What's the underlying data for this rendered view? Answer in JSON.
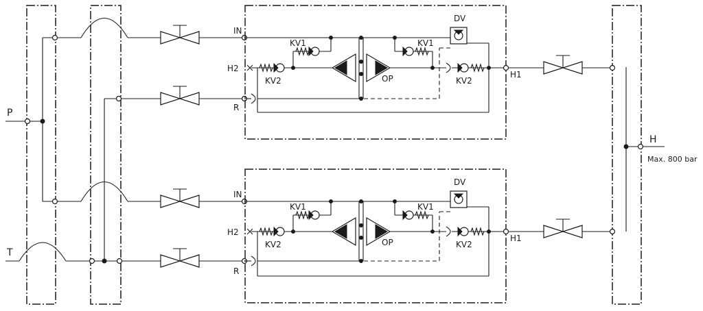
{
  "ports": {
    "p": "P",
    "t": "T",
    "h": "H",
    "max_pressure": "Max. 800 bar"
  },
  "module_labels": {
    "in": "IN",
    "h2": "H2",
    "r": "R",
    "h1": "H1",
    "kv1": "KV1",
    "kv2": "KV2",
    "op": "OP",
    "dv": "DV"
  }
}
